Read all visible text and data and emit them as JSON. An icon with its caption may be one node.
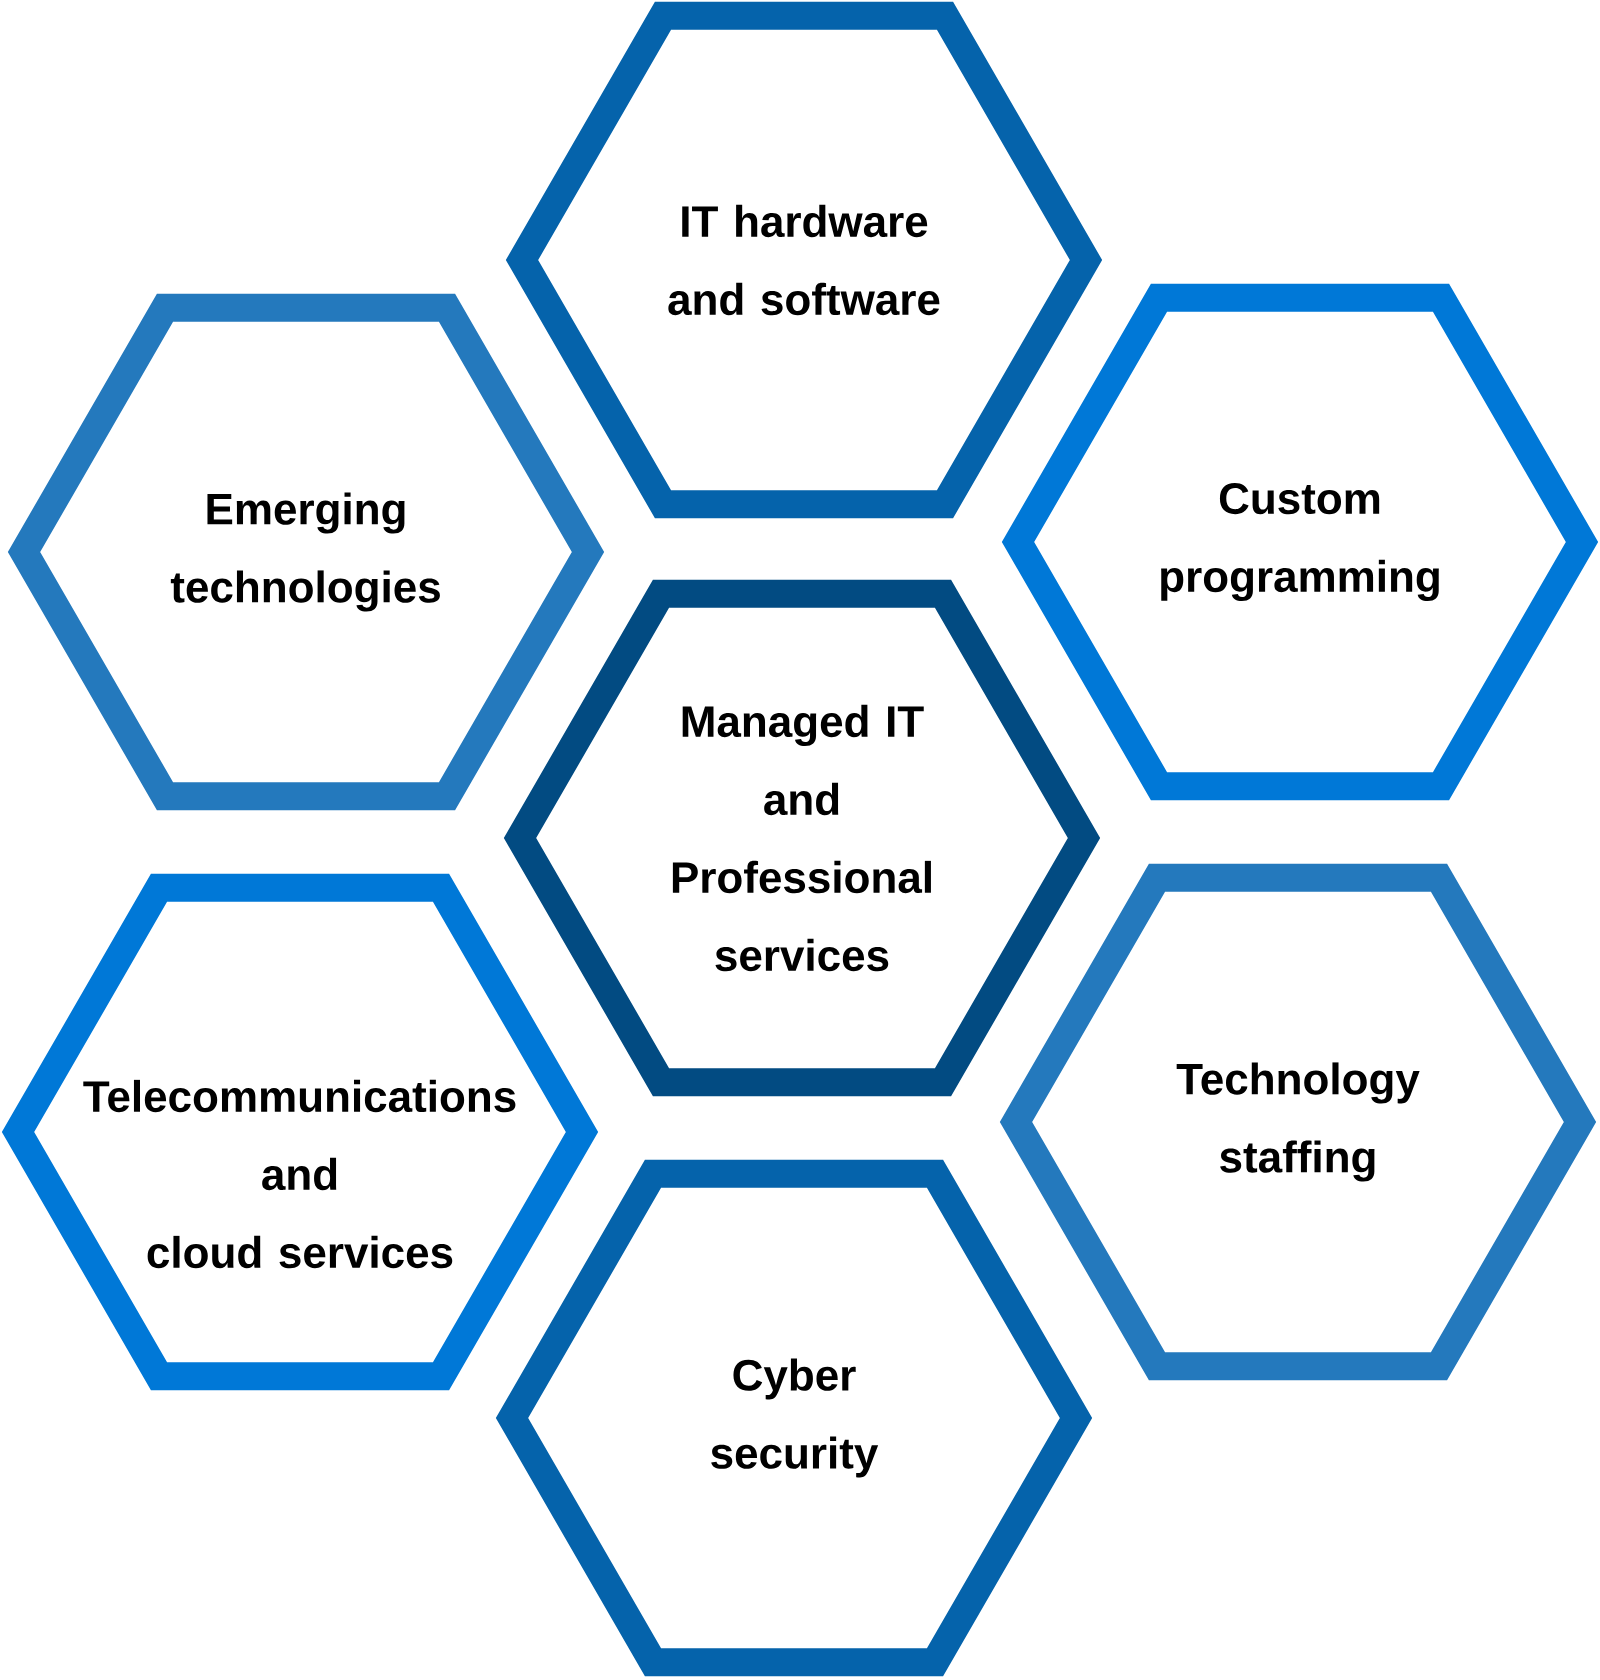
{
  "diagram": {
    "nodes": [
      {
        "text": [
          "IT hardware and software"
        ]
      },
      {
        "text": [
          "Emerging technologies"
        ]
      },
      {
        "text": [
          "Custom programming"
        ]
      },
      {
        "text": [
          "Managed IT and Professional services"
        ]
      },
      {
        "text": [
          "Telecommunications and cloud services"
        ]
      },
      {
        "text": [
          "Technology staffing"
        ]
      },
      {
        "text": [
          "Cyber security"
        ]
      }
    ]
  }
}
